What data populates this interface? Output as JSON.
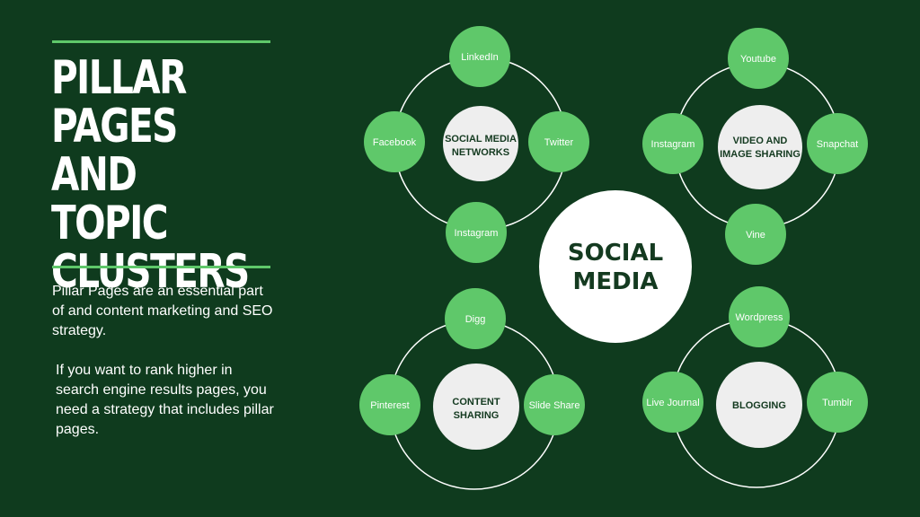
{
  "title": "PILLAR\nPAGES AND\nTOPIC\nCLUSTERS",
  "intro": {
    "paragraph1": "Pillar Pages are an essential part of and content marketing and SEO strategy.",
    "paragraph2": "If you want to rank higher in search engine results pages, you need a strategy that includes pillar pages."
  },
  "colors": {
    "background": "#0f3b1e",
    "accent_green": "#5fc86a",
    "hub_fill": "#eeeeee",
    "text_dark": "#143a20"
  },
  "center_hub": {
    "line1": "SOCIAL",
    "line2": "MEDIA"
  },
  "clusters": [
    {
      "id": "networks",
      "hub_lines": [
        "SOCIAL MEDIA",
        "NETWORKS"
      ],
      "satellites": [
        "LinkedIn",
        "Twitter",
        "Instagram",
        "Facebook"
      ]
    },
    {
      "id": "video",
      "hub_lines": [
        "VIDEO AND",
        "IMAGE SHARING"
      ],
      "satellites": [
        "Youtube",
        "Snapchat",
        "Vine",
        "Instagram"
      ]
    },
    {
      "id": "content",
      "hub_lines": [
        "CONTENT",
        "SHARING"
      ],
      "satellites": [
        "Digg",
        "Slide Share",
        "Pinterest"
      ]
    },
    {
      "id": "blogging",
      "hub_lines": [
        "BLOGGING"
      ],
      "satellites": [
        "Wordpress",
        "Tumblr",
        "Live Journal"
      ]
    }
  ]
}
